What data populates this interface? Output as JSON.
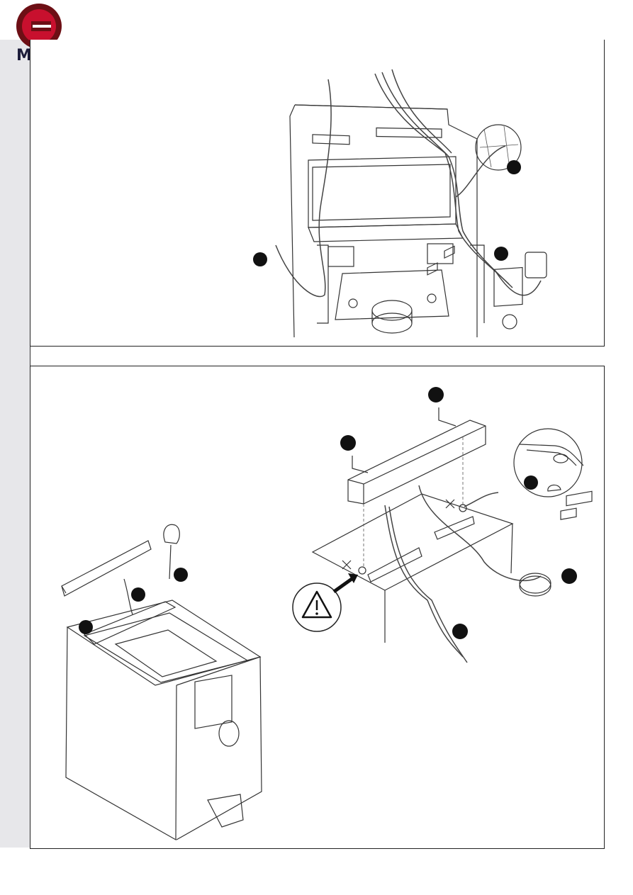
{
  "header": {
    "menu_label": "MENU",
    "logo_colors": {
      "outer": "#6d0f15",
      "inner": "#c8102e"
    }
  },
  "figures": [
    {
      "name": "wiring-cables-routing",
      "callouts": 3
    },
    {
      "name": "control-panel-mounting",
      "callouts": 7
    }
  ],
  "icons": [
    "warning-triangle-icon",
    "screwdriver-icon"
  ]
}
